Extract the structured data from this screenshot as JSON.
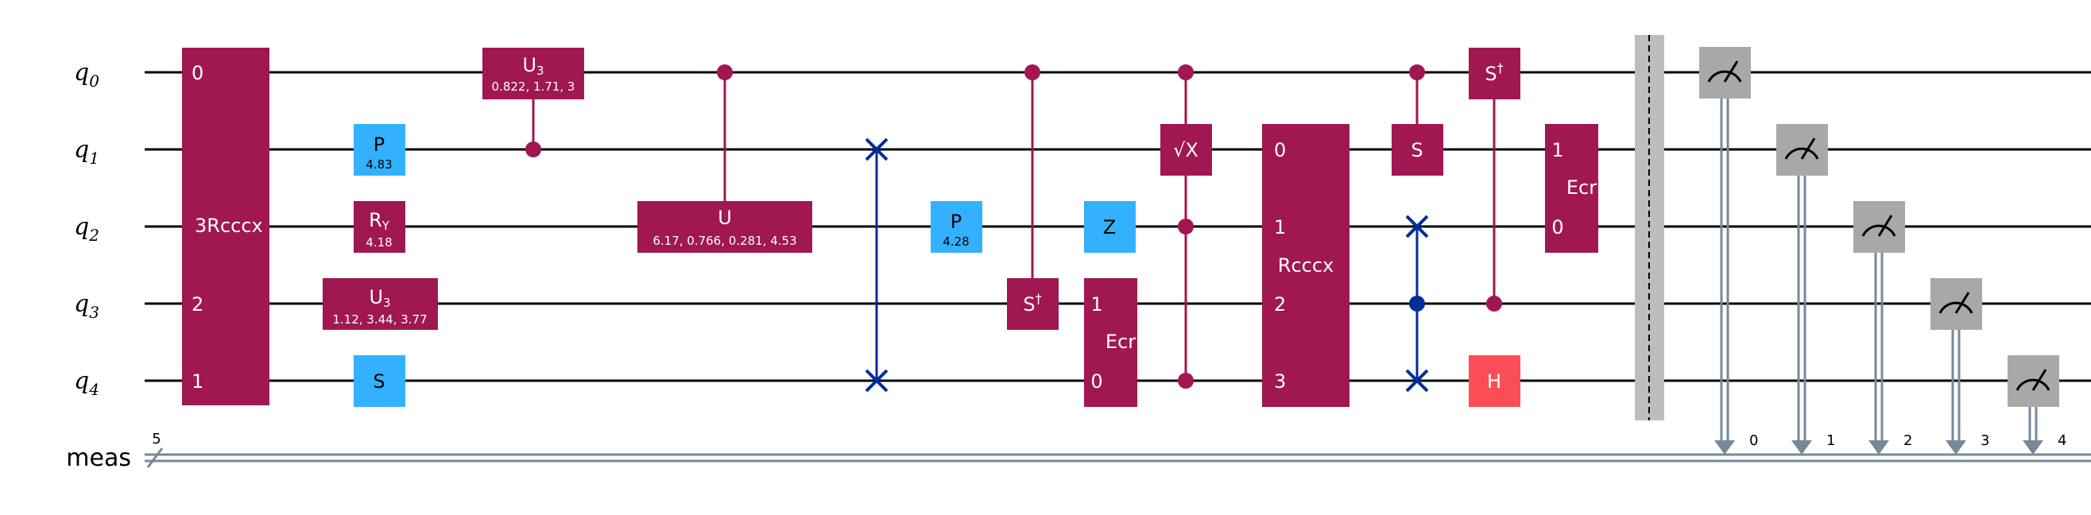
{
  "qubits": [
    {
      "name": "q",
      "index": "0"
    },
    {
      "name": "q",
      "index": "1"
    },
    {
      "name": "q",
      "index": "2"
    },
    {
      "name": "q",
      "index": "3"
    },
    {
      "name": "q",
      "index": "4"
    }
  ],
  "classical_register": {
    "name": "meas",
    "width": "5"
  },
  "colors": {
    "multi_gate": "#a01752",
    "param_gate": "#33b1ff",
    "hadamard": "#fa4d56",
    "swap": "#002d9c",
    "measure": "#a8a8a8",
    "classical": "#778899",
    "barrier": "#bdbdbd",
    "wire": "#000000"
  },
  "gates": {
    "rcccx1": {
      "label": "3Rcccx",
      "ports": [
        "0",
        "2",
        "1"
      ]
    },
    "p1": {
      "label": "P",
      "param": "4.83"
    },
    "ry": {
      "label": "R",
      "sub": "Y",
      "param": "4.18"
    },
    "u3a": {
      "label": "U",
      "sub": "3",
      "param": "1.12, 3.44, 3.77"
    },
    "s1": {
      "label": "S"
    },
    "cu3": {
      "label": "U",
      "sub": "3",
      "param": "0.822, 1.71, 3"
    },
    "cu": {
      "label": "U",
      "param": "6.17, 0.766, 0.281, 4.53"
    },
    "p2": {
      "label": "P",
      "param": "4.28"
    },
    "csdg1": {
      "label": "S",
      "sup": "†"
    },
    "z": {
      "label": "Z"
    },
    "ecr1": {
      "label": "Ecr",
      "ports": [
        "1",
        "0"
      ]
    },
    "csx": {
      "label": "√X"
    },
    "rcccx2": {
      "label": "Rcccx",
      "ports": [
        "0",
        "1",
        "2",
        "3"
      ]
    },
    "cs": {
      "label": "S"
    },
    "csdg2": {
      "label": "S",
      "sup": "†"
    },
    "h": {
      "label": "H"
    },
    "ecr2": {
      "label": "Ecr",
      "ports": [
        "1",
        "0"
      ]
    }
  },
  "measure_bits": [
    "0",
    "1",
    "2",
    "3",
    "4"
  ]
}
